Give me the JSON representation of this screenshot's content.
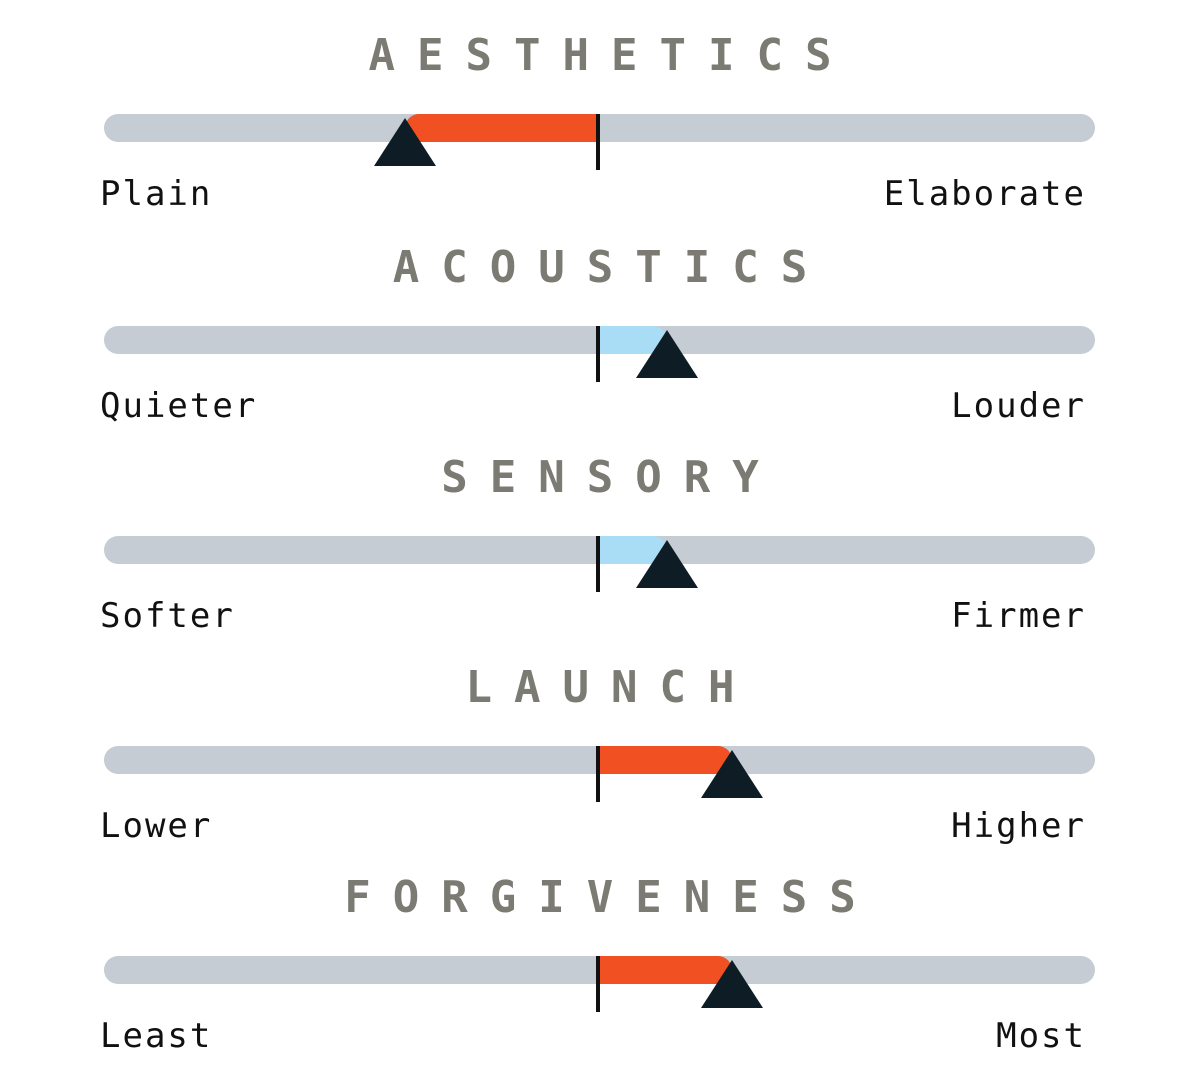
{
  "scales": [
    {
      "title": "AESTHETICS",
      "left_label": "Plain",
      "right_label": "Elaborate",
      "value": -0.39,
      "color": "#f15022"
    },
    {
      "title": "ACOUSTICS",
      "left_label": "Quieter",
      "right_label": "Louder",
      "value": 0.14,
      "color": "#a9dcf5"
    },
    {
      "title": "SENSORY",
      "left_label": "Softer",
      "right_label": "Firmer",
      "value": 0.14,
      "color": "#a9dcf5"
    },
    {
      "title": "LAUNCH",
      "left_label": "Lower",
      "right_label": "Higher",
      "value": 0.27,
      "color": "#f15022"
    },
    {
      "title": "FORGIVENESS",
      "left_label": "Least",
      "right_label": "Most",
      "value": 0.27,
      "color": "#f15022"
    }
  ]
}
